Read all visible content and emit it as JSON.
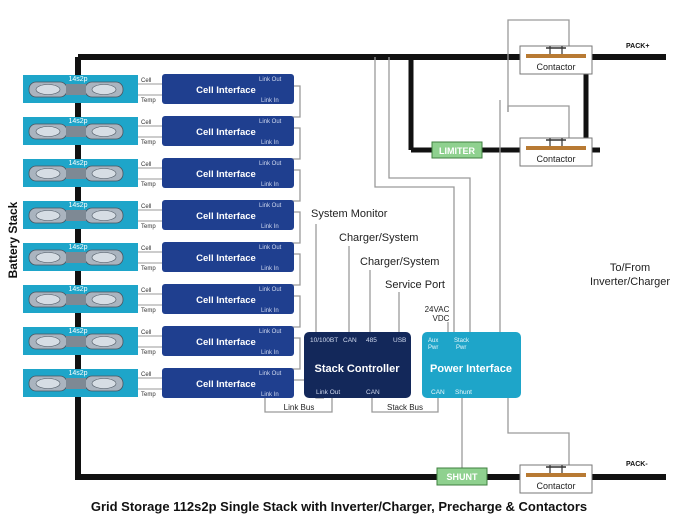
{
  "caption": "Grid Storage 112s2p Single Stack with Inverter/Charger, Precharge & Contactors",
  "battery_stack_label": "Battery Stack",
  "pack_pos_label": "PACK+",
  "pack_neg_label": "PACK-",
  "to_from_label_line1": "To/From",
  "to_from_label_line2": "Inverter/Charger",
  "limiter_label": "LIMITER",
  "shunt_label": "SHUNT",
  "contactor_label": "Contactor",
  "module_label": "14s2p",
  "cell_label": "Cell",
  "temp_label": "Temp",
  "cell_interface": {
    "title": "Cell Interface",
    "link_out": "Link Out",
    "link_in": "Link In"
  },
  "link_bus_label": "Link Bus",
  "stack_bus_label": "Stack Bus",
  "stack_controller": {
    "title": "Stack Controller",
    "ports": [
      "10/100BT",
      "CAN",
      "485",
      "USB"
    ],
    "link_out": "Link Out",
    "can": "CAN"
  },
  "power_interface": {
    "title": "Power Interface",
    "aux_pwr_line1": "Aux",
    "aux_pwr_line2": "Pwr",
    "stack_pwr_line1": "Stack",
    "stack_pwr_line2": "Pwr",
    "can": "CAN",
    "shunt": "Shunt"
  },
  "supply_label_line1": "24VAC",
  "supply_label_line2": "VDC",
  "connections": [
    "System Monitor",
    "Charger/System",
    "Charger/System",
    "Service Port"
  ],
  "colors": {
    "dark_blue": "#1f3f8f",
    "cyan": "#1ea5c9",
    "limiter_green": "#8fd18f",
    "contactor_orange": "#b87a33"
  }
}
